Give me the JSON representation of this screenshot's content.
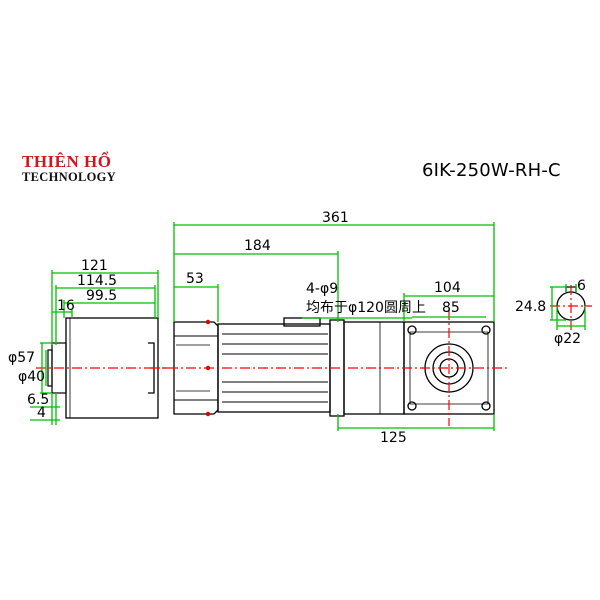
{
  "brand": {
    "name": "THIÊN HỔ",
    "tagline": "TECHNOLOGY",
    "name_color": "#d4141c",
    "tagline_color": "#111111"
  },
  "model": "6IK-250W-RH-C",
  "colors": {
    "dimension": "#00c000",
    "centerline": "#ff0000",
    "outline": "#000000"
  },
  "dims": {
    "total_length": "361",
    "motor_length": "184",
    "fan_cover": "53",
    "mount_holes": "4-φ9",
    "mount_pcd": "均布于φ120圆周上",
    "flange_width": "104",
    "flange_bolt": "85",
    "gearbox_length": "125",
    "shaft_key": "6",
    "shaft_height": "24.8",
    "shaft_dia": "φ22",
    "side_121": "121",
    "side_1145": "114.5",
    "side_995": "99.5",
    "side_16": "16",
    "pilot_57": "φ57",
    "pilot_40": "φ40",
    "offset_65": "6.5",
    "offset_4": "4"
  }
}
